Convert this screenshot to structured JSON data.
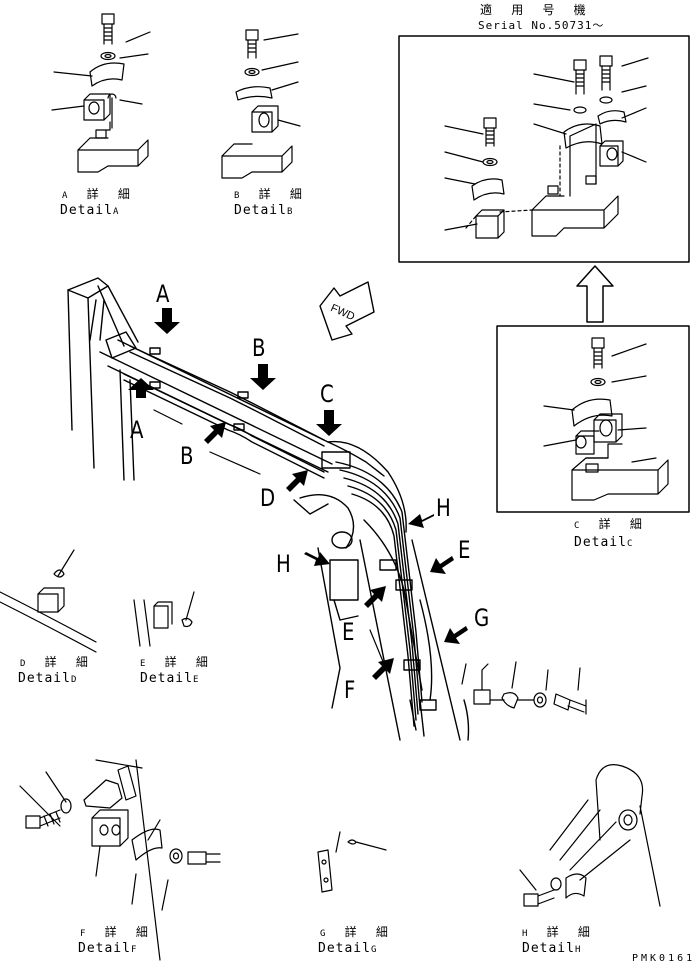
{
  "header": {
    "applicable_machine": "適 用 号 機",
    "serial": "Serial No.50731～"
  },
  "fwd_label": "FWD",
  "callouts": {
    "a_top": "A",
    "a_bottom": "A",
    "b_top": "B",
    "b_bottom": "B",
    "c": "C",
    "d": "D",
    "h_left": "H",
    "h_right": "H",
    "e_right": "E",
    "e_left": "E",
    "f": "F",
    "g": "G"
  },
  "details": {
    "a": {
      "prefix": "A",
      "kanji": "詳 細",
      "word": "Detail",
      "suffix": "A"
    },
    "b": {
      "prefix": "B",
      "kanji": "詳 細",
      "word": "Detail",
      "suffix": "B"
    },
    "c": {
      "prefix": "C",
      "kanji": "詳 細",
      "word": "Detail",
      "suffix": "C"
    },
    "d": {
      "prefix": "D",
      "kanji": "詳 細",
      "word": "Detail",
      "suffix": "D"
    },
    "e": {
      "prefix": "E",
      "kanji": "詳 細",
      "word": "Detail",
      "suffix": "E"
    },
    "f": {
      "prefix": "F",
      "kanji": "詳 細",
      "word": "Detail",
      "suffix": "F"
    },
    "g": {
      "prefix": "G",
      "kanji": "詳 細",
      "word": "Detail",
      "suffix": "G"
    },
    "h": {
      "prefix": "H",
      "kanji": "詳 細",
      "word": "Detail",
      "suffix": "H"
    }
  },
  "drawing_code": "PMK0161"
}
